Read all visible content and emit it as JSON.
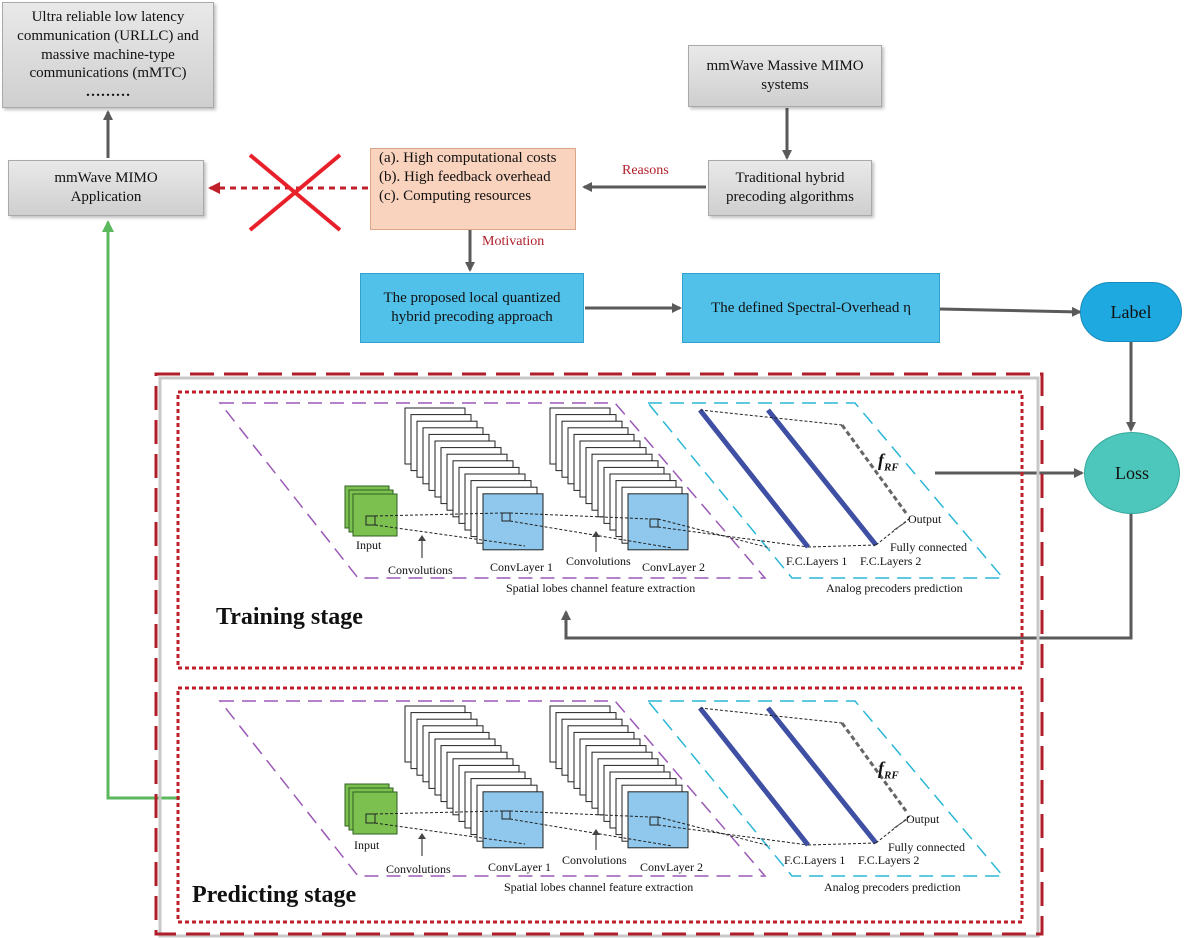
{
  "boxes": {
    "urllc": "Ultra reliable low latency communication (URLLC) and massive machine-type communications (mMTC)",
    "urllc_dots": "………",
    "massive_mimo": "mmWave Massive MIMO systems",
    "application": "mmWave MIMO Application",
    "traditional": "Traditional hybrid precoding algorithms",
    "proposed": "The proposed local quantized hybrid precoding approach",
    "spectral": "The defined Spectral-Overhead η",
    "label": "Label",
    "loss": "Loss"
  },
  "reasons_list": [
    "(a). High computational costs",
    "(b). High feedback overhead",
    "(c). Computing resources"
  ],
  "edge_labels": {
    "reasons": "Reasons",
    "motivation": "Motivation"
  },
  "training": {
    "title": "Training stage",
    "input": "Input",
    "convolutions_a": "Convolutions",
    "convlayer1": "ConvLayer 1",
    "convolutions_b": "Convolutions",
    "convlayer2": "ConvLayer 2",
    "fc1": "F.C.Layers 1",
    "fc2": "F.C.Layers 2",
    "output": "Output",
    "fully_connected": "Fully connected",
    "frf_main": "f",
    "frf_sub": "RF",
    "feature_caption": "Spatial lobes channel feature extraction",
    "prediction_caption": "Analog precoders prediction"
  },
  "predicting": {
    "title": "Predicting stage",
    "input": "Input",
    "convolutions_a": "Convolutions",
    "convlayer1": "ConvLayer 1",
    "convolutions_b": "Convolutions",
    "convlayer2": "ConvLayer 2",
    "fc1": "F.C.Layers 1",
    "fc2": "F.C.Layers 2",
    "output": "Output",
    "fully_connected": "Fully connected",
    "frf_main": "f",
    "frf_sub": "RF",
    "feature_caption": "Spatial lobes channel feature extraction",
    "prediction_caption": "Analog precoders prediction"
  },
  "colors": {
    "arrow": "#5a5a5a",
    "red_dashed": "#c0202a",
    "green_arrow": "#5cb85c",
    "cross": "#e8202a",
    "layer_fill": "#8fc8ec",
    "input_fill": "#7cc150",
    "fc_line": "#3f4fa3",
    "purple_dash": "#9b59b6",
    "cyan_dash": "#2ab7d6",
    "label_oval": "#1ea9e1",
    "loss_oval": "#4dc7bb"
  }
}
